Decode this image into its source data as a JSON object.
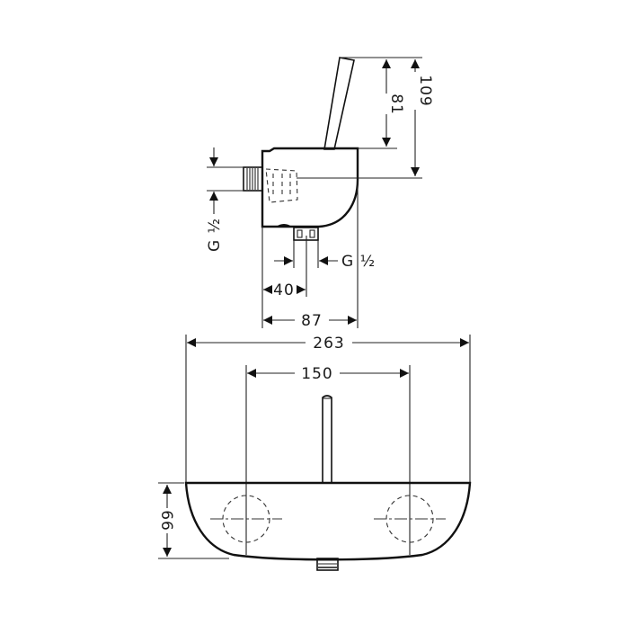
{
  "drawing": {
    "title": "Thermostatic bath mixer — dimensional drawing",
    "units": "mm",
    "side_view": {
      "dimensions": {
        "handle_height": "81",
        "total_height_to_outlet_axis": "109",
        "inlet_thread_left": "G ½",
        "outlet_thread_bottom": "G ½",
        "outlet_offset_from_wall": "40",
        "body_depth": "87"
      }
    },
    "front_view": {
      "dimensions": {
        "overall_width": "263",
        "inlet_centers": "150",
        "body_height": "66"
      }
    },
    "colors": {
      "line": "#111111",
      "background": "#ffffff"
    }
  }
}
